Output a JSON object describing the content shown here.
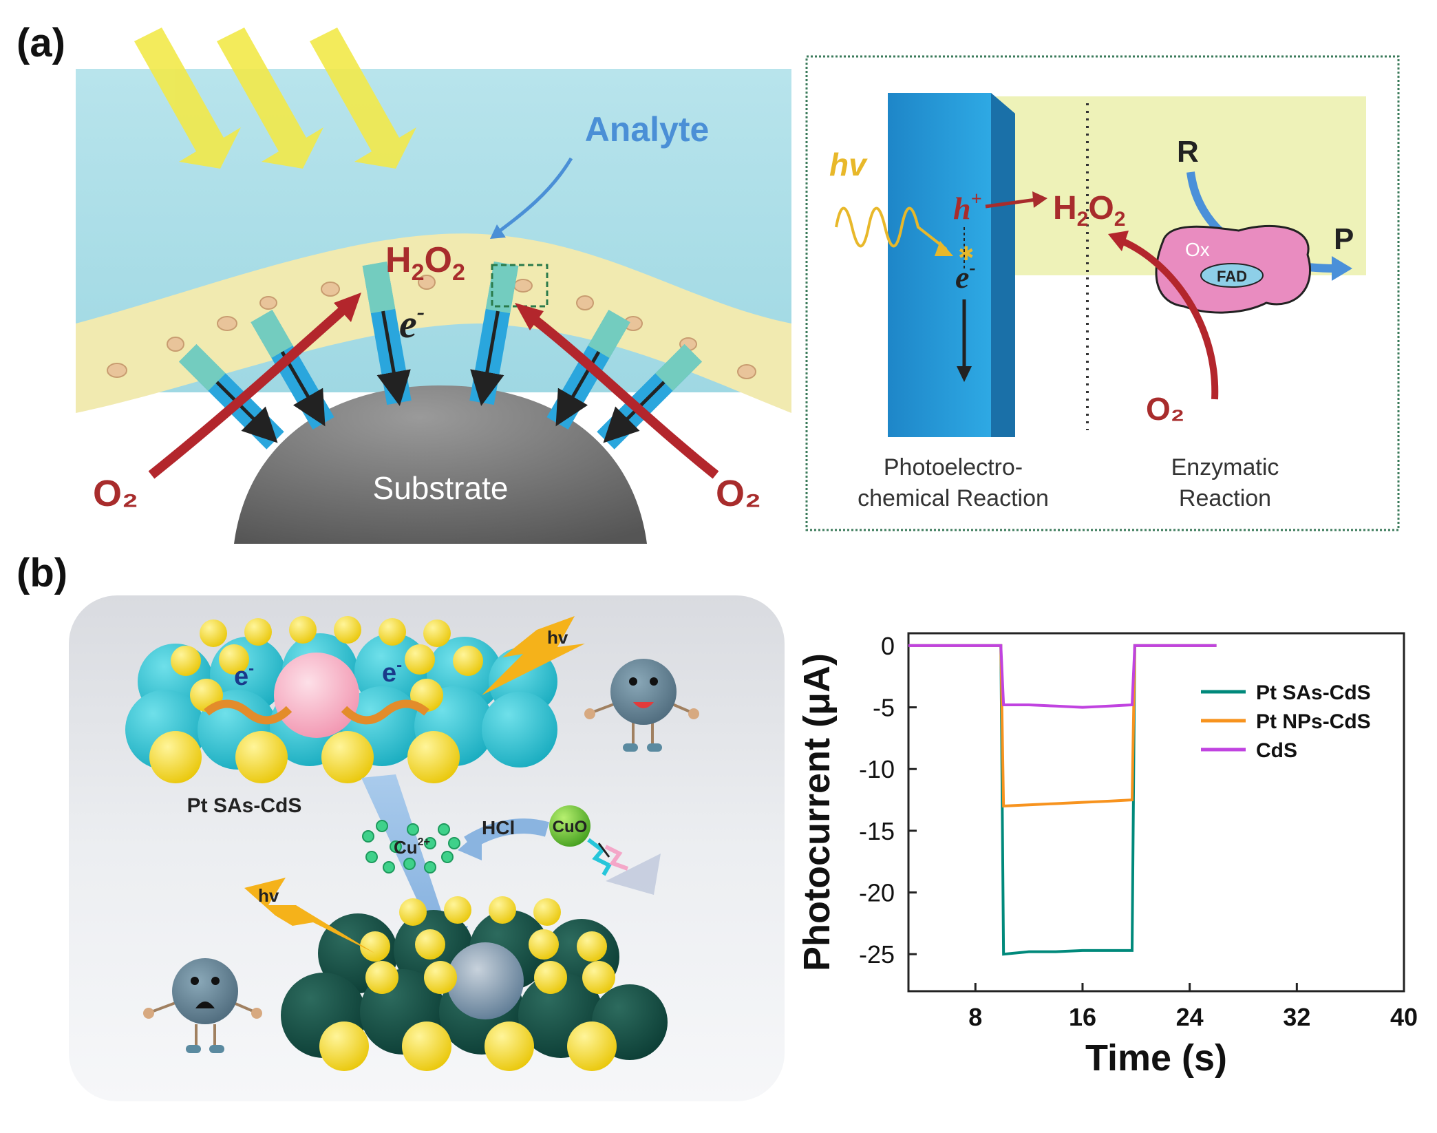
{
  "panel_a": {
    "label": "(a)",
    "left": {
      "analyte": "Analyte",
      "h2o2_main": "H",
      "h2o2_sub1": "2",
      "h2o2_o": "O",
      "h2o2_sub2": "2",
      "electron": "e",
      "electron_sup": "-",
      "o2_left": "O₂",
      "o2_right": "O₂",
      "substrate": "Substrate"
    },
    "right": {
      "hv": "hv",
      "hole": "h",
      "hole_sup": "+",
      "electron": "e",
      "electron_sup": "-",
      "h2o2_h": "H",
      "h2o2_sub1": "2",
      "h2o2_o": "O",
      "h2o2_sub2": "2",
      "r": "R",
      "p": "P",
      "ox": "Ox",
      "fad": "FAD",
      "o2": "O₂",
      "pec_line1": "Photoelectro-",
      "pec_line2": "chemical Reaction",
      "enz_line1": "Enzymatic",
      "enz_line2": "Reaction"
    }
  },
  "panel_b": {
    "label": "(b)",
    "scheme": {
      "hv_top": "hv",
      "hv_bottom": "hv",
      "electron": "e",
      "electron_sup": "-",
      "material": "Pt SAs-CdS",
      "hcl": "HCl",
      "cuo": "CuO",
      "cu": "Cu",
      "cu_sup": "2+"
    }
  },
  "colors": {
    "water": "#a9dde6",
    "film": "#f1eab0",
    "rod": "#2aa6dd",
    "red_arrow": "#b3262c",
    "substrate": "#6e6e6e",
    "panel_bg": "#eeeff2",
    "cds": "#00897b",
    "ptnps": "#f7931e",
    "pure_cds": "#c043e0"
  },
  "chart_data": {
    "type": "line",
    "xlabel": "Time (s)",
    "ylabel": "Photocurrent (μA)",
    "xlim": [
      3,
      40
    ],
    "ylim": [
      -28,
      1
    ],
    "xticks": [
      8,
      16,
      24,
      32,
      40
    ],
    "yticks": [
      0,
      -5,
      -10,
      -15,
      -20,
      -25
    ],
    "legend_position": "right",
    "series": [
      {
        "name": "Pt SAs-CdS",
        "color": "#00897b",
        "x": [
          3,
          9.9,
          10.1,
          12,
          14,
          16,
          18,
          19.7,
          19.9,
          26
        ],
        "y": [
          0,
          0,
          -25,
          -24.8,
          -24.8,
          -24.7,
          -24.7,
          -24.7,
          0,
          0
        ]
      },
      {
        "name": "Pt NPs-CdS",
        "color": "#f7931e",
        "x": [
          3,
          9.9,
          10.1,
          12,
          14,
          16,
          18,
          19.7,
          19.9,
          26
        ],
        "y": [
          0,
          0,
          -13,
          -12.9,
          -12.8,
          -12.7,
          -12.6,
          -12.5,
          0,
          0
        ]
      },
      {
        "name": "CdS",
        "color": "#c043e0",
        "x": [
          3,
          9.9,
          10.1,
          12,
          14,
          16,
          18,
          19.7,
          19.9,
          26
        ],
        "y": [
          0,
          0,
          -4.8,
          -4.8,
          -4.9,
          -5.0,
          -4.9,
          -4.8,
          0,
          0
        ]
      }
    ]
  }
}
